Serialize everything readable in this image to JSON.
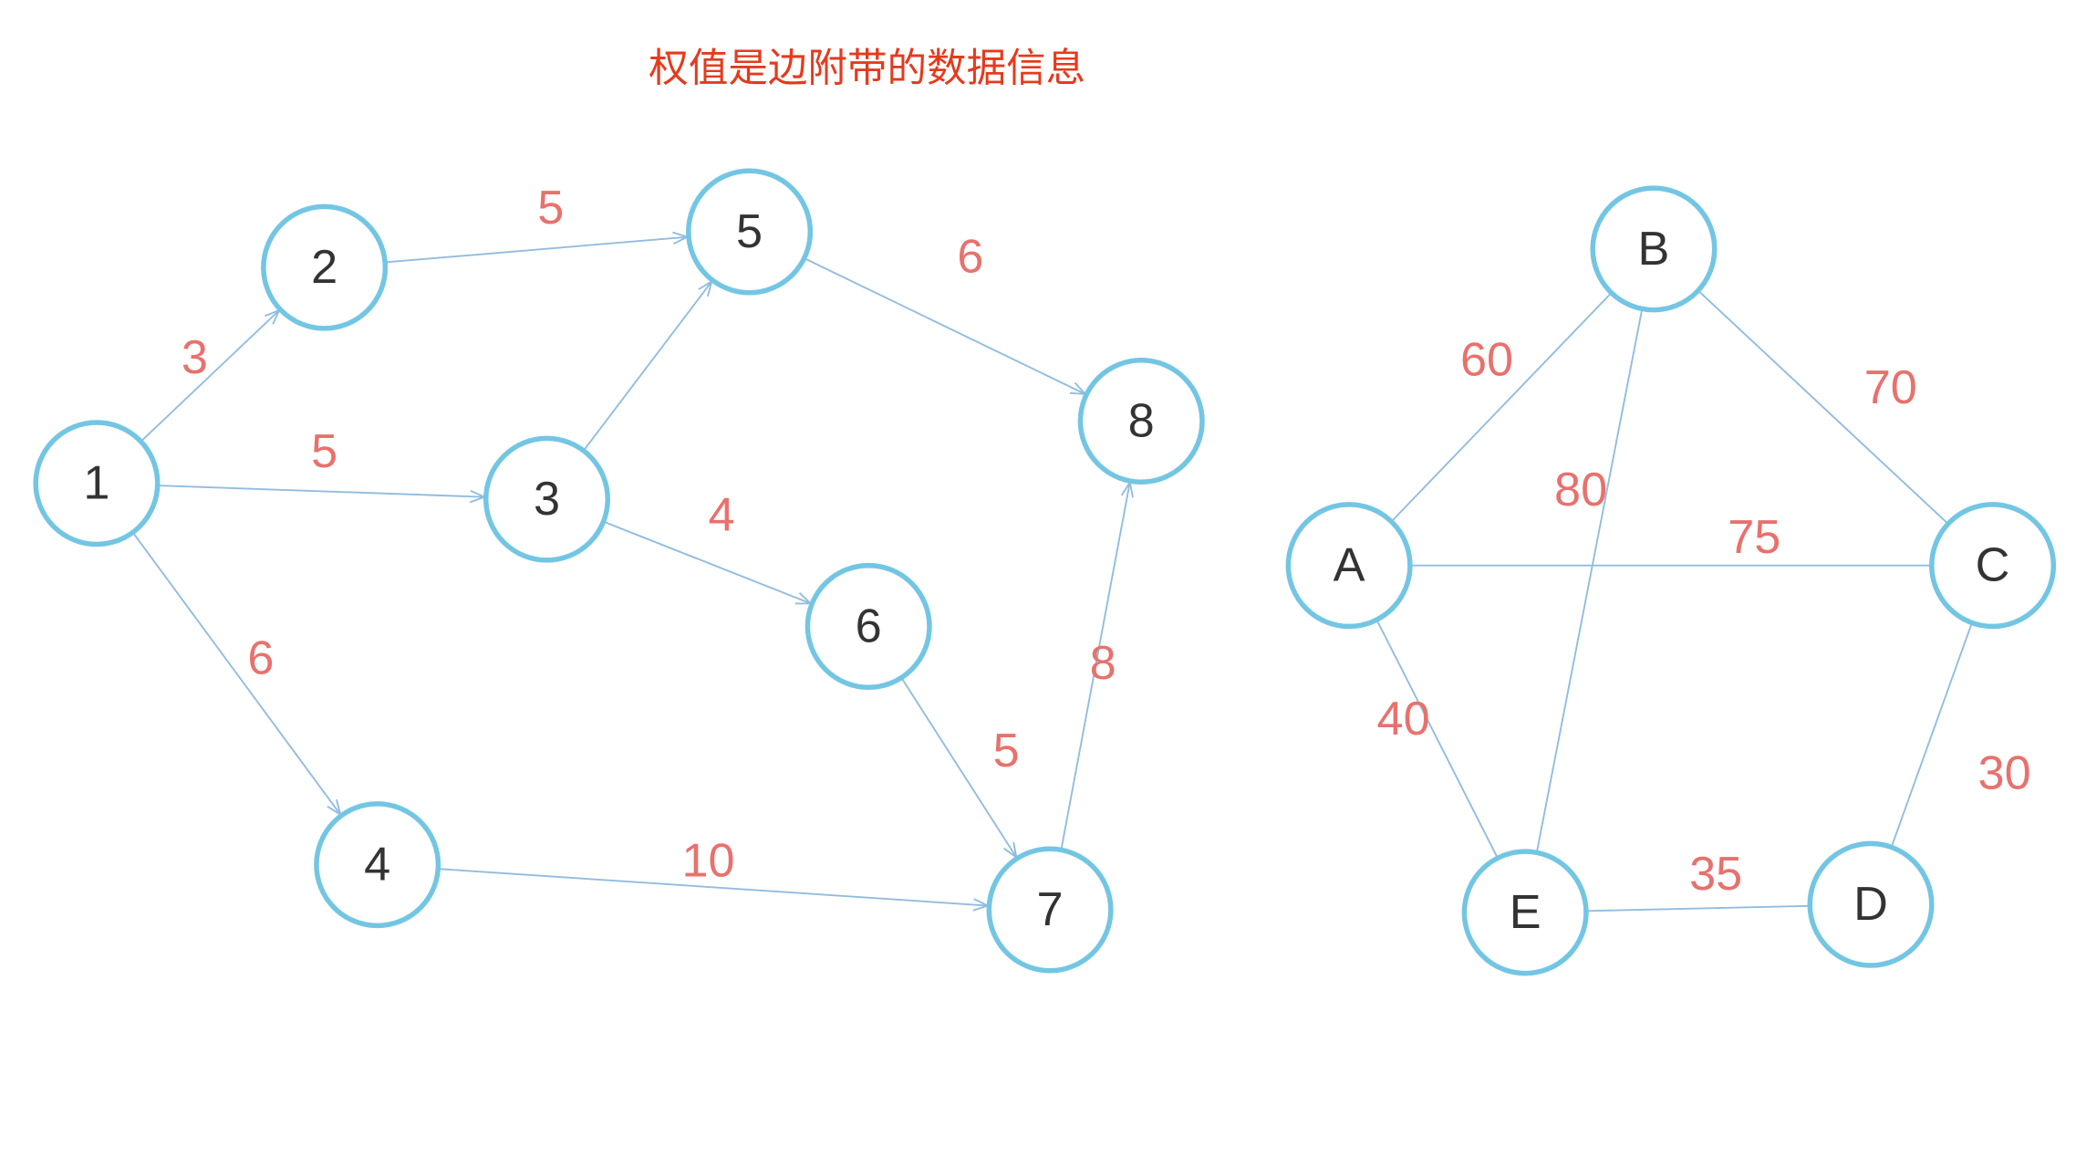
{
  "title": "权值是边附带的数据信息",
  "colors": {
    "title": "#e53a1e",
    "node_stroke": "#73c6e3",
    "node_fill": "#ffffff",
    "node_label": "#333333",
    "edge": "#91bce0",
    "weight": "#e8716d"
  },
  "directed_graph": {
    "nodes": [
      "1",
      "2",
      "3",
      "4",
      "5",
      "6",
      "7",
      "8"
    ],
    "edges": [
      {
        "from": "1",
        "to": "2",
        "weight": "3"
      },
      {
        "from": "1",
        "to": "3",
        "weight": "5"
      },
      {
        "from": "1",
        "to": "4",
        "weight": "6"
      },
      {
        "from": "2",
        "to": "5",
        "weight": "5"
      },
      {
        "from": "3",
        "to": "5"
      },
      {
        "from": "3",
        "to": "6",
        "weight": "4"
      },
      {
        "from": "4",
        "to": "7",
        "weight": "10"
      },
      {
        "from": "5",
        "to": "8",
        "weight": "6"
      },
      {
        "from": "6",
        "to": "7",
        "weight": "5"
      },
      {
        "from": "7",
        "to": "8",
        "weight": "8"
      }
    ]
  },
  "undirected_graph": {
    "nodes": [
      "A",
      "B",
      "C",
      "D",
      "E"
    ],
    "edges": [
      {
        "from": "A",
        "to": "B",
        "weight": "60"
      },
      {
        "from": "A",
        "to": "C",
        "weight": "75"
      },
      {
        "from": "A",
        "to": "E",
        "weight": "40"
      },
      {
        "from": "B",
        "to": "C",
        "weight": "70"
      },
      {
        "from": "B",
        "to": "E",
        "weight": "80"
      },
      {
        "from": "C",
        "to": "D",
        "weight": "30"
      },
      {
        "from": "E",
        "to": "D",
        "weight": "35"
      }
    ]
  }
}
